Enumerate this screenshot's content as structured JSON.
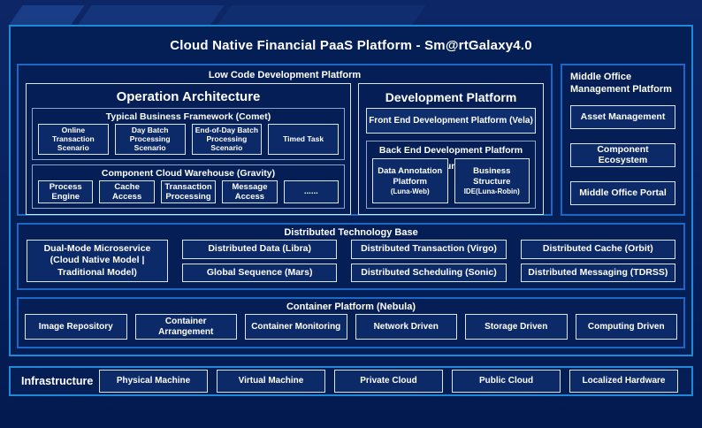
{
  "title": "Cloud Native Financial PaaS Platform - Sm@rtGalaxy4.0",
  "low_code": {
    "title": "Low Code Development Platform",
    "operation_architecture": {
      "title": "Operation Architecture",
      "comet": {
        "title": "Typical Business Framework (Comet)",
        "items": [
          "Online Transaction Scenario",
          "Day Batch Processing Scenario",
          "End-of-Day Batch Processing Scenario",
          "Timed Task"
        ]
      },
      "gravity": {
        "title": "Component Cloud Warehouse (Gravity)",
        "items": [
          "Process Engine",
          "Cache Access",
          "Transaction Processing",
          "Message Access",
          "......"
        ]
      }
    },
    "development_platform": {
      "title": "Development Platform",
      "front_end": "Front End Development Platform (Vela)",
      "back_end": {
        "title": "Back End Development Platform (Luna)",
        "items": [
          {
            "line1": "Data Annotation Platform",
            "line2": "(Luna-Web)"
          },
          {
            "line1": "Business Structure",
            "line2": "IDE(Luna-Robin)"
          }
        ]
      }
    }
  },
  "middle_office": {
    "title": "Middle Office Management Platform",
    "items": [
      "Asset Management",
      "Component Ecosystem",
      "Middle Office Portal"
    ]
  },
  "distributed": {
    "title": "Distributed Technology Base",
    "dual_mode": "Dual-Mode Microservice (Cloud Native Model | Traditional Model)",
    "items": [
      "Distributed Data (Libra)",
      "Global Sequence (Mars)",
      "Distributed Transaction (Virgo)",
      "Distributed Scheduling (Sonic)",
      "Distributed Cache (Orbit)",
      "Distributed Messaging (TDRSS)"
    ]
  },
  "container_platform": {
    "title": "Container Platform (Nebula)",
    "items": [
      "Image Repository",
      "Container Arrangement",
      "Container Monitoring",
      "Network Driven",
      "Storage Driven",
      "Computing Driven"
    ]
  },
  "infrastructure": {
    "title": "Infrastructure",
    "items": [
      "Physical Machine",
      "Virtual Machine",
      "Private Cloud",
      "Public Cloud",
      "Localized Hardware"
    ]
  },
  "colors": {
    "background_top": "#0d2766",
    "background_bottom": "#021a4f",
    "frame_border": "#1e8ad6",
    "section_border": "#1a67c6",
    "box_border_light": "#dbe4f3",
    "box_border_muted": "#8ba3c9",
    "box_fill": "#0c2a68",
    "text": "#ffffff"
  }
}
